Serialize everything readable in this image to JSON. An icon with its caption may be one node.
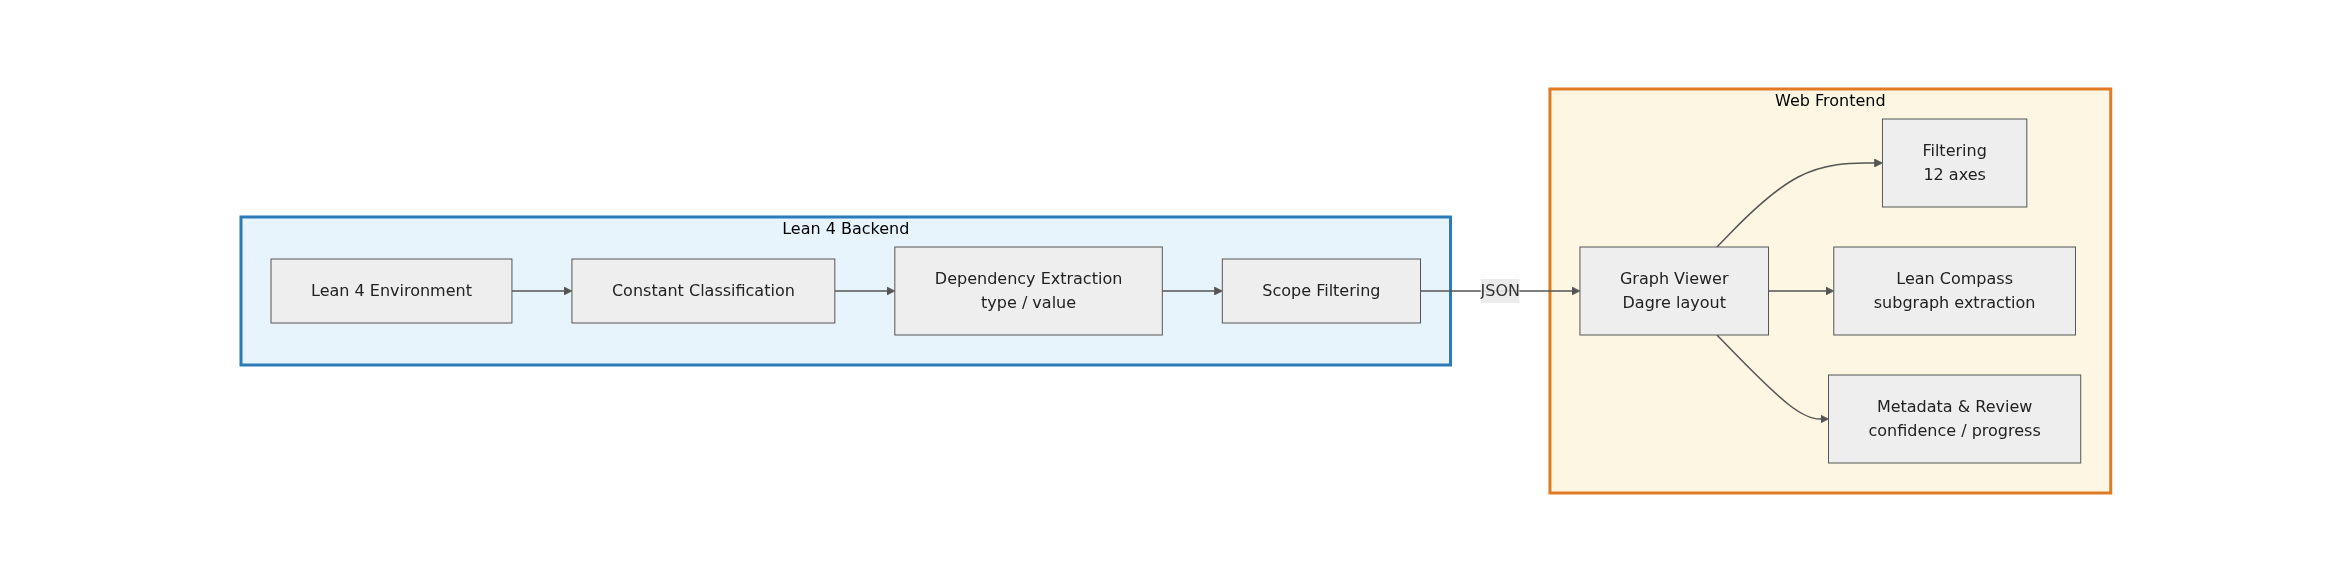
{
  "diagram": {
    "nodes": [
      {
        "text": [
          "Lean 4 Backend"
        ]
      },
      {
        "text": [
          "Lean 4 Environment"
        ],
        "in": 0
      },
      {
        "text": [
          "Constant Classification"
        ],
        "in": 0
      },
      {
        "text": [
          "Dependency Extraction",
          "type / value"
        ],
        "in": 0
      },
      {
        "text": [
          "Scope Filtering"
        ],
        "in": 0
      },
      {
        "text": [
          "Web Frontend"
        ]
      },
      {
        "text": [
          "Graph Viewer",
          "Dagre layout"
        ],
        "in": 5
      },
      {
        "text": [
          "Filtering",
          "12 axes"
        ],
        "in": 5
      },
      {
        "text": [
          "Lean Compass",
          "subgraph extraction"
        ],
        "in": 5
      },
      {
        "text": [
          "Metadata & Review",
          "confidence / progress"
        ],
        "in": 5
      }
    ],
    "edges": [
      {
        "from": 1,
        "to": 2,
        "arrow": "to"
      },
      {
        "from": 2,
        "to": 3,
        "arrow": "to"
      },
      {
        "from": 3,
        "to": 4,
        "arrow": "to"
      },
      {
        "from": 4,
        "to": 6,
        "arrow": "to",
        "label": "JSON"
      },
      {
        "from": 6,
        "to": 7,
        "arrow": "to"
      },
      {
        "from": 6,
        "to": 8,
        "arrow": "to"
      },
      {
        "from": 6,
        "to": 9,
        "arrow": "to"
      }
    ]
  }
}
